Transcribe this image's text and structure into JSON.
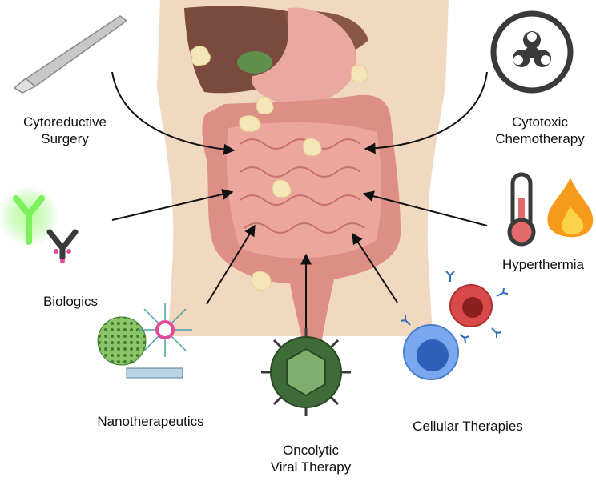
{
  "labels": {
    "surgery": [
      "Cytoreductive",
      "Surgery"
    ],
    "chemo": [
      "Cytotoxic",
      "Chemotherapy"
    ],
    "hyperthermia": [
      "Hyperthermia"
    ],
    "biologics": [
      "Biologics"
    ],
    "nano": [
      "Nanotherapeutics"
    ],
    "viral": [
      "Oncolytic",
      "Viral Therapy"
    ],
    "cellular": [
      "Cellular Therapies"
    ]
  },
  "colors": {
    "skin": "#f1d9c1",
    "liver": "#7b4a3f",
    "stomach": "#e9a8a0",
    "intestine": "#e8a39a",
    "tumor": "#f5e6b8",
    "gallbladder": "#5f8f4a",
    "antibody_glow": "#7df05c",
    "virus": "#3f6b38",
    "cell_blue": "#5b8ee6",
    "cell_red": "#d84a4a",
    "flame": "#f59a1a",
    "arrow": "#111111"
  },
  "icons": [
    "scalpel-icon",
    "biohazard-icon",
    "thermometer-icon",
    "flame-icon",
    "antibody-icon",
    "nanoparticle-icon",
    "virus-icon",
    "immune-cell-icon"
  ]
}
